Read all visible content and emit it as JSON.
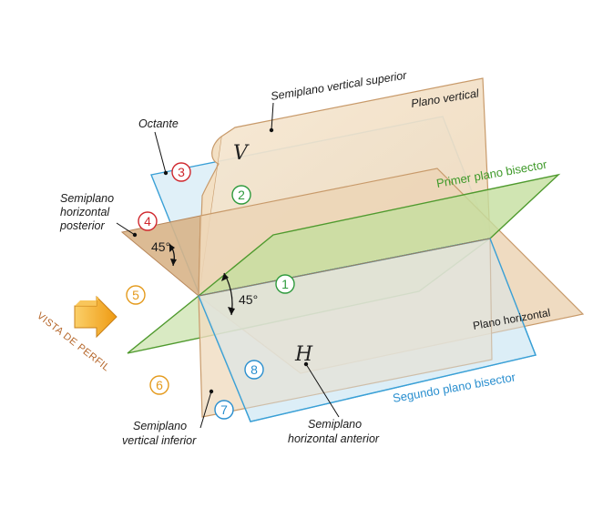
{
  "labels": {
    "semiplano_vertical_superior": "Semiplano vertical superior",
    "plano_vertical": "Plano vertical",
    "octante": "Octante",
    "primer_plano_bisector": "Primer plano bisector",
    "semiplano_horizontal_posterior": [
      "Semiplano",
      "horizontal",
      "posterior"
    ],
    "plano_horizontal": "Plano horizontal",
    "vista_de_perfil": "VISTA DE PERFIL",
    "segundo_plano_bisector": "Segundo plano bisector",
    "semiplano_vertical_inferior": [
      "Semiplano",
      "vertical inferior"
    ],
    "semiplano_horizontal_anterior": [
      "Semiplano",
      "horizontal anterior"
    ],
    "angle_1": "45°",
    "angle_2": "45°",
    "v_symbol": "V",
    "h_symbol": "H"
  },
  "octants": [
    {
      "id": "1",
      "color": "#2e9a3c"
    },
    {
      "id": "2",
      "color": "#2e9a3c"
    },
    {
      "id": "3",
      "color": "#d0282e"
    },
    {
      "id": "4",
      "color": "#d0282e"
    },
    {
      "id": "5",
      "color": "#e49a1c"
    },
    {
      "id": "6",
      "color": "#e49a1c"
    },
    {
      "id": "7",
      "color": "#2a8fcf"
    },
    {
      "id": "8",
      "color": "#2a8fcf"
    }
  ],
  "colors": {
    "vertical_plane": "#f3e2c9",
    "vertical_edge": "#c89a6a",
    "horizontal_plane": "#ead2b2",
    "first_bisector": "#bcd99a",
    "first_bisector_edge": "#4f9a2e",
    "second_bisector": "#cfe6f3",
    "second_bisector_edge": "#3aa0d6",
    "arrow": "#f0a020",
    "first_bisector_text": "#3f9a2a",
    "second_bisector_text": "#2a8fcf",
    "vista_text": "#b5662a"
  }
}
